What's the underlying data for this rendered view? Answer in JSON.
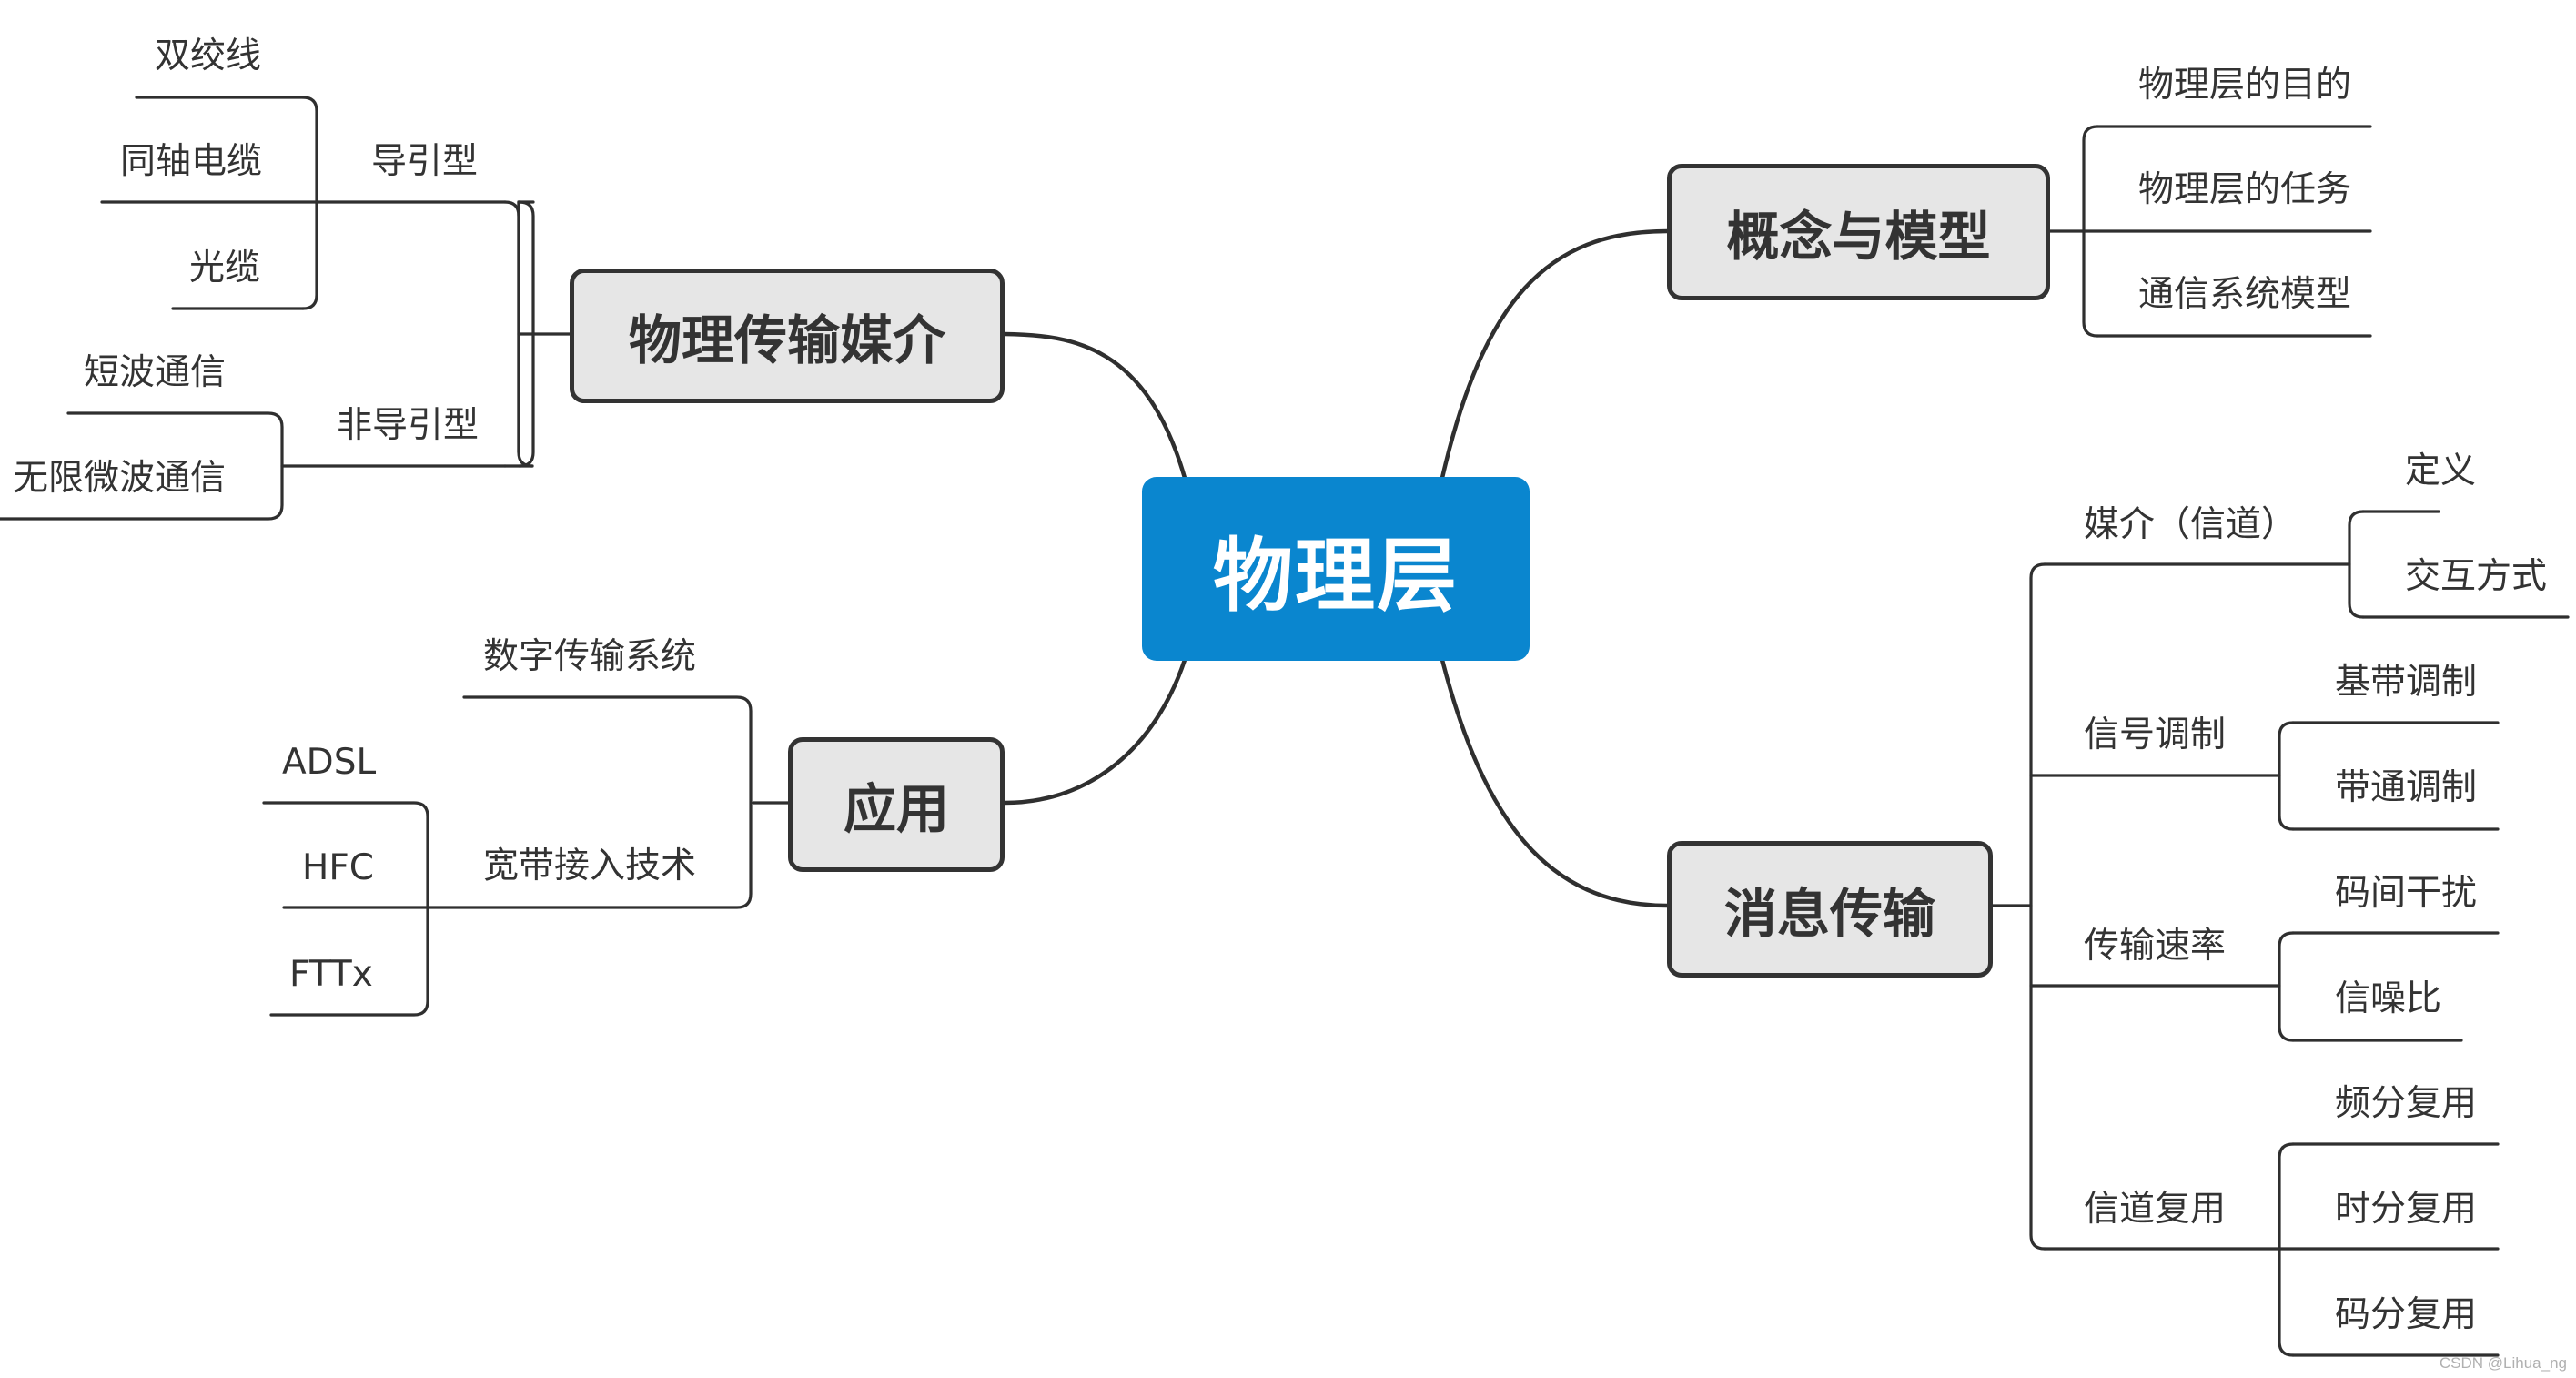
{
  "root": "物理层",
  "topics": {
    "medium": "物理传输媒介",
    "concept": "概念与模型",
    "app": "应用",
    "message": "消息传输"
  },
  "medium": {
    "guided": "导引型",
    "guided_items": [
      "双绞线",
      "同轴电缆",
      "光缆"
    ],
    "unguided": "非导引型",
    "unguided_items": [
      "短波通信",
      "无限微波通信"
    ]
  },
  "concept": {
    "items": [
      "物理层的目的",
      "物理层的任务",
      "通信系统模型"
    ]
  },
  "app": {
    "digital": "数字传输系统",
    "broadband": "宽带接入技术",
    "broadband_items": [
      "ADSL",
      "HFC",
      "FTTx"
    ]
  },
  "message": {
    "media": "媒介（信道）",
    "media_items": [
      "定义",
      "交互方式"
    ],
    "signal": "信号调制",
    "signal_items": [
      "基带调制",
      "带通调制"
    ],
    "rate": "传输速率",
    "rate_items": [
      "码间干扰",
      "信噪比"
    ],
    "mux": "信道复用",
    "mux_items": [
      "频分复用",
      "时分复用",
      "码分复用"
    ]
  },
  "watermark": "CSDN @Lihua_ng",
  "colors": {
    "root": "#0a86cf",
    "topic_fill": "#e6e6e6",
    "line": "#2f2f2f"
  }
}
